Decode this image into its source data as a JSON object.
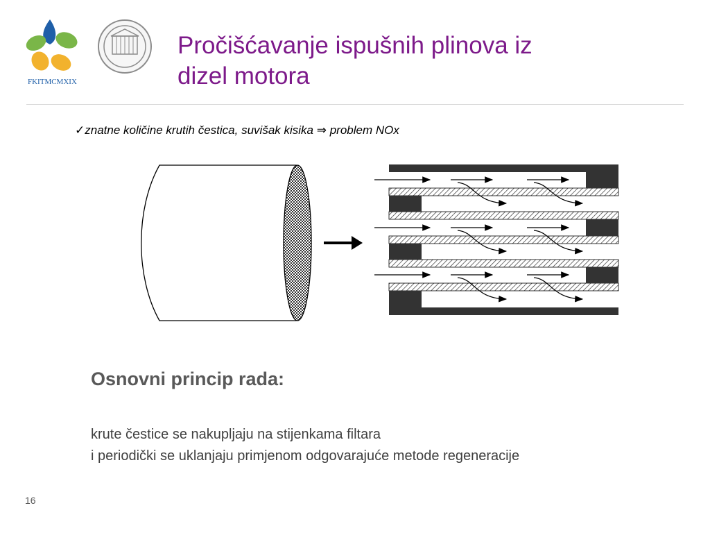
{
  "header": {
    "title_line1": "Pročišćavanje ispušnih plinova iz",
    "title_line2": "dizel motora",
    "logo_text": "FKITMCMXIX"
  },
  "bullet": {
    "check_glyph": "✓",
    "text_before": "znatne količine krutih čestica, suvišak kisika",
    "implies_glyph": "⇒",
    "text_after": "problem NOx"
  },
  "content": {
    "subtitle": "Osnovni princip rada:",
    "line1": "krute čestice se nakupljaju na stijenkama filtara",
    "line2": "i periodički se uklanjaju primjenom odgovarajuće metode regeneracije"
  },
  "footer": {
    "page_number": "16"
  },
  "colors": {
    "title": "#7d1a8a",
    "logo_blue": "#1f5fa8",
    "logo_green": "#7ab648",
    "logo_yellow": "#f2b22d",
    "seal": "#8c8c8c"
  }
}
